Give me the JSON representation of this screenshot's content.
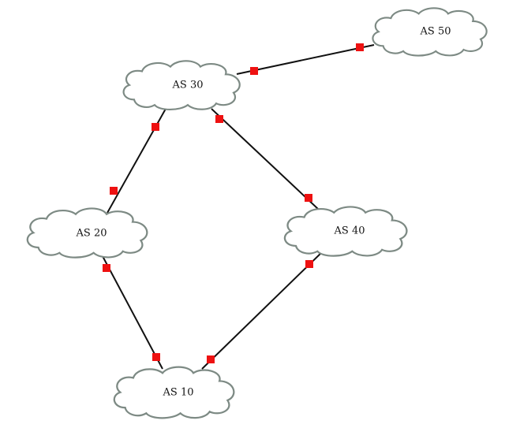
{
  "diagram": {
    "nodes": [
      {
        "id": "as50",
        "label": "AS 50"
      },
      {
        "id": "as30",
        "label": "AS 30"
      },
      {
        "id": "as20",
        "label": "AS 20"
      },
      {
        "id": "as40",
        "label": "AS 40"
      },
      {
        "id": "as10",
        "label": "AS 10"
      }
    ],
    "links": [
      {
        "from": "AS 30",
        "to": "AS 50"
      },
      {
        "from": "AS 30",
        "to": "AS 20"
      },
      {
        "from": "AS 30",
        "to": "AS 40"
      },
      {
        "from": "AS 20",
        "to": "AS 10"
      },
      {
        "from": "AS 40",
        "to": "AS 10"
      }
    ],
    "colors": {
      "port": "#ee1111",
      "cloud_stroke": "#7d8a84",
      "link": "#111111"
    }
  }
}
